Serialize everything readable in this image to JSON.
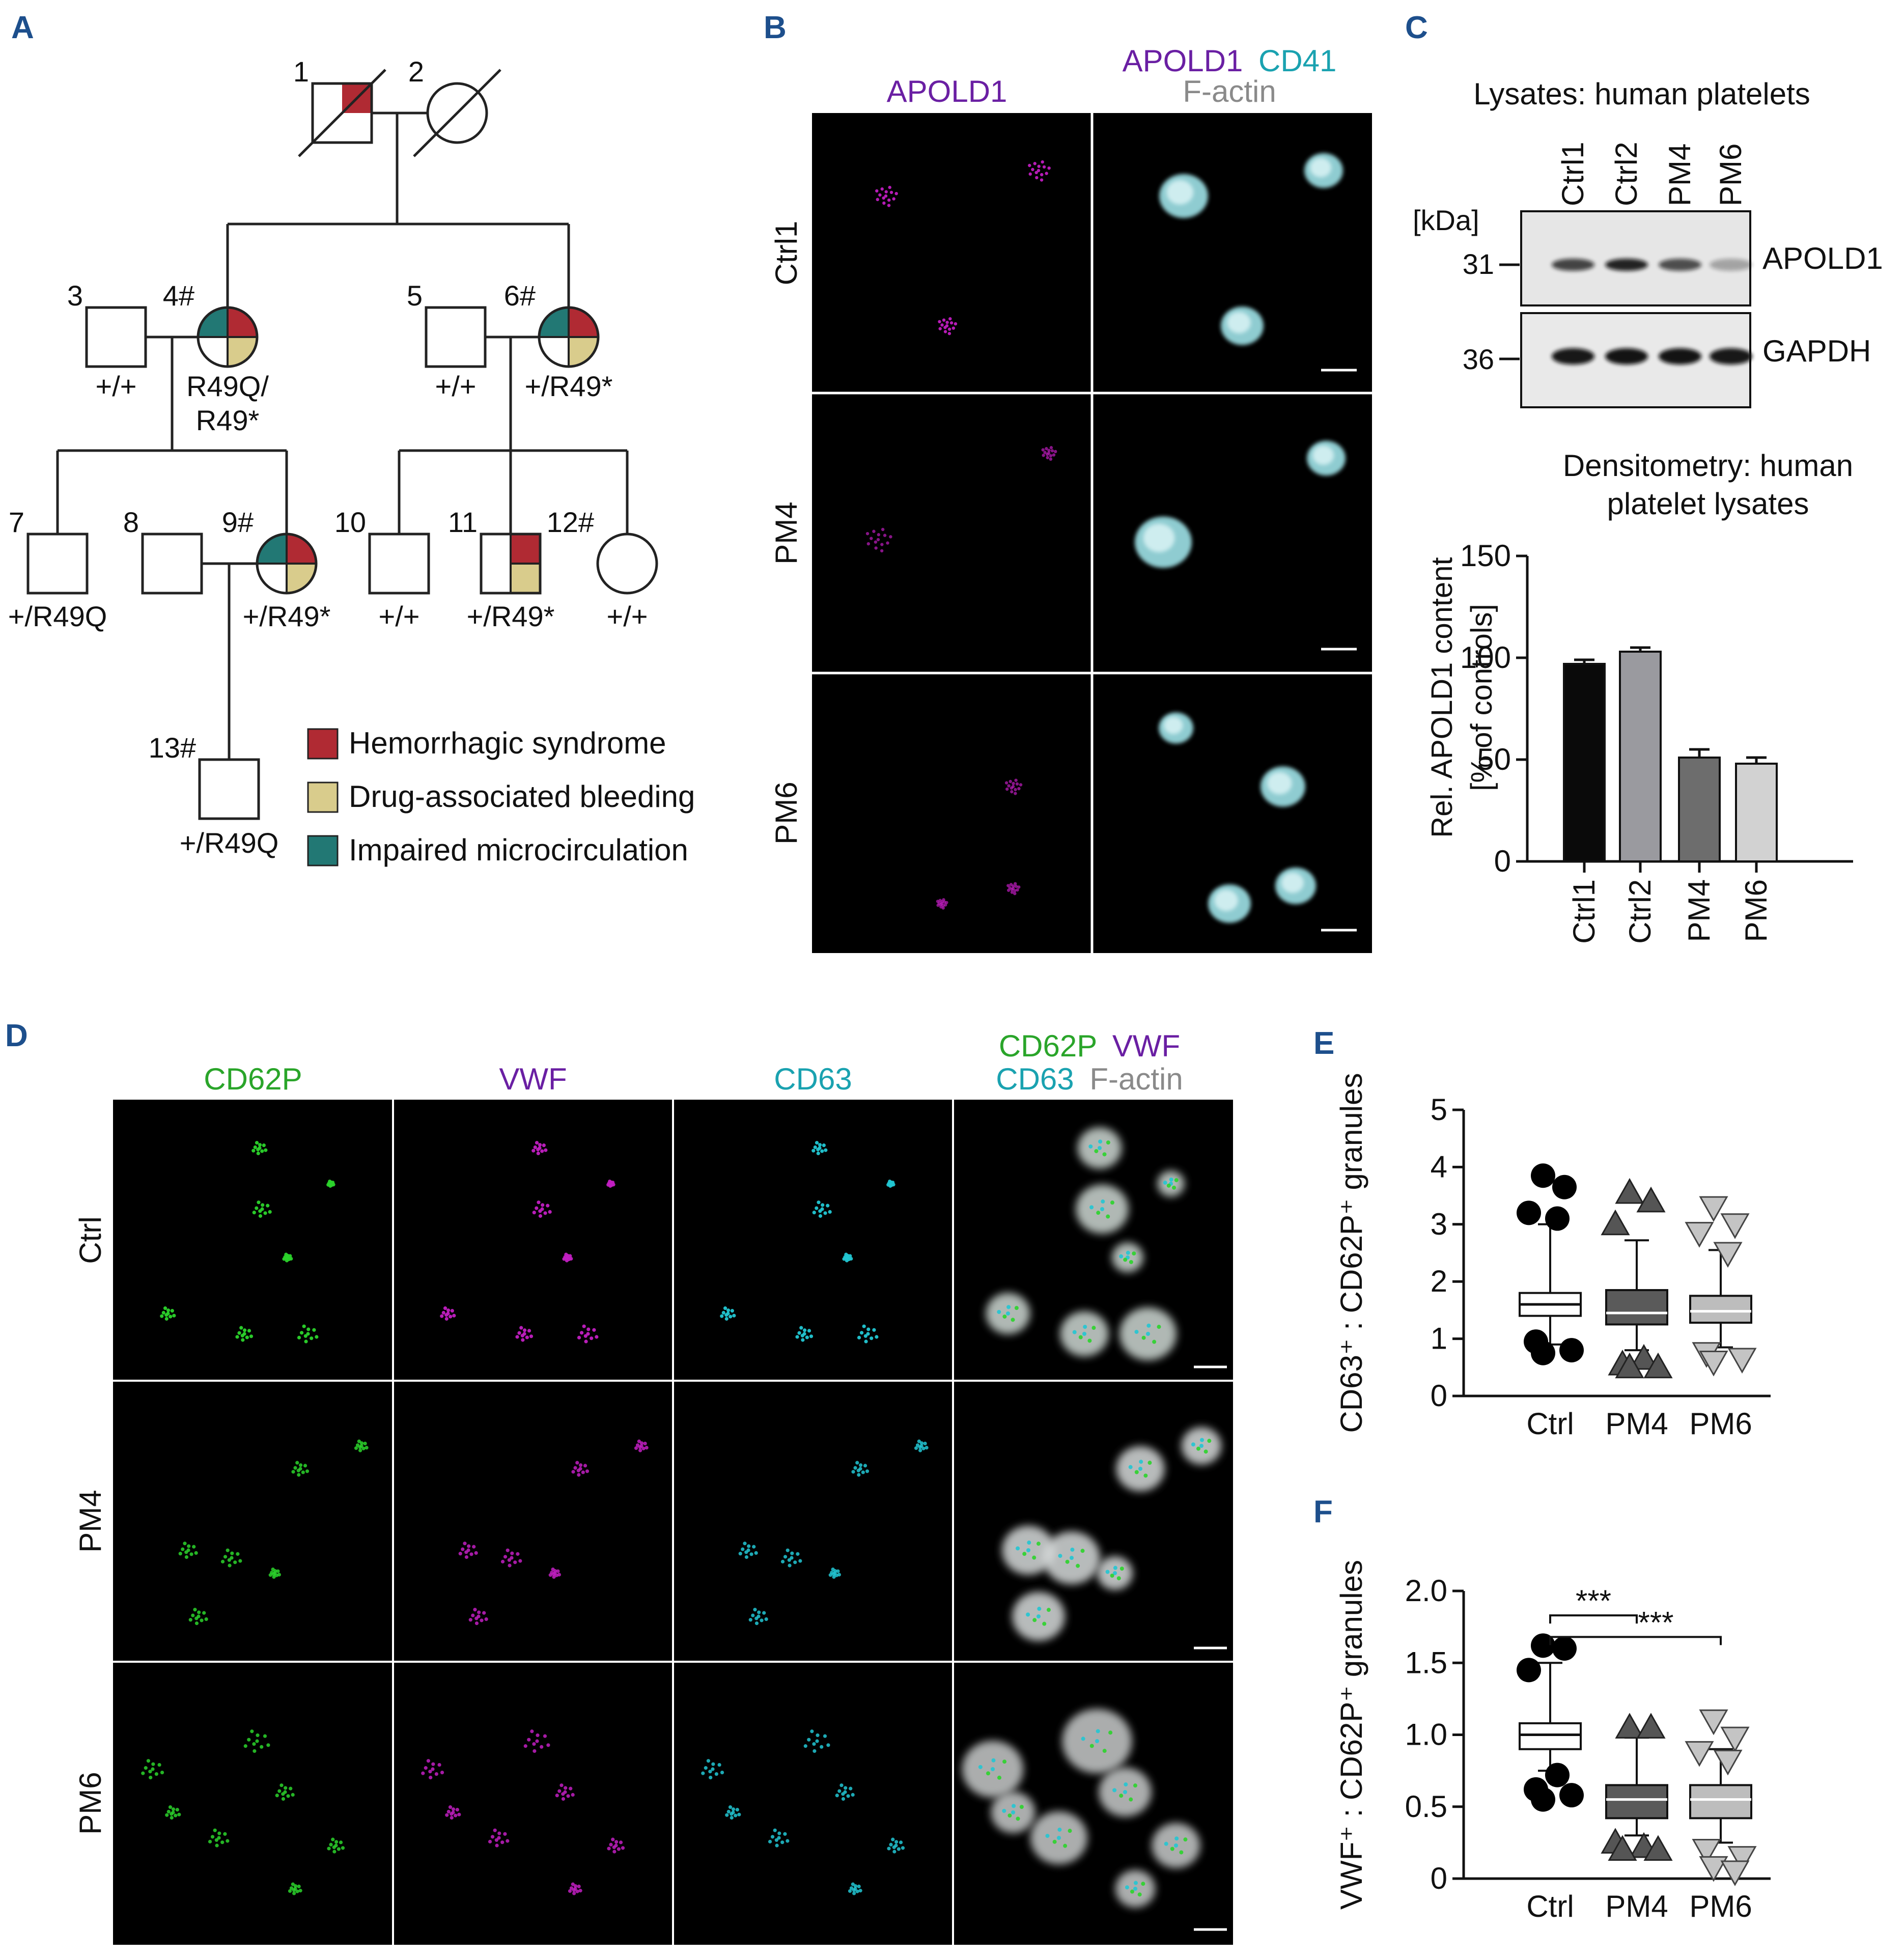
{
  "panel_labels": [
    "A",
    "B",
    "C",
    "D",
    "E",
    "F"
  ],
  "colors": {
    "hemorrhagic": "#b02a33",
    "drug_bleeding": "#d9cc8c",
    "microcirculation": "#227874",
    "purple": "#6a1fa3",
    "cyan": "#1aa2b0",
    "green": "#2aa52a",
    "grey_text": "#8a8a8a",
    "panel_label": "#1d4f8c"
  },
  "pedigree": {
    "individuals": [
      {
        "id": "1",
        "label": "1",
        "sex": "male",
        "deceased": true,
        "phenotypes": [
          "hemorrhagic"
        ],
        "genotype": ""
      },
      {
        "id": "2",
        "label": "2",
        "sex": "female",
        "deceased": true,
        "phenotypes": [],
        "genotype": ""
      },
      {
        "id": "3",
        "label": "3",
        "sex": "male",
        "deceased": false,
        "phenotypes": [],
        "genotype": "+/+"
      },
      {
        "id": "4",
        "label": "4#",
        "sex": "female",
        "deceased": false,
        "phenotypes": [
          "microcirculation",
          "hemorrhagic",
          "drug_bleeding"
        ],
        "genotype": "R49Q/ R49*"
      },
      {
        "id": "5",
        "label": "5",
        "sex": "male",
        "deceased": false,
        "phenotypes": [],
        "genotype": "+/+"
      },
      {
        "id": "6",
        "label": "6#",
        "sex": "female",
        "deceased": false,
        "phenotypes": [
          "microcirculation",
          "hemorrhagic",
          "drug_bleeding"
        ],
        "genotype": "+/R49*"
      },
      {
        "id": "7",
        "label": "7",
        "sex": "male",
        "deceased": false,
        "phenotypes": [],
        "genotype": "+/R49Q"
      },
      {
        "id": "8",
        "label": "8",
        "sex": "male",
        "deceased": false,
        "phenotypes": [],
        "genotype": ""
      },
      {
        "id": "9",
        "label": "9#",
        "sex": "female",
        "deceased": false,
        "phenotypes": [
          "microcirculation",
          "hemorrhagic",
          "drug_bleeding"
        ],
        "genotype": "+/R49*"
      },
      {
        "id": "10",
        "label": "10",
        "sex": "male",
        "deceased": false,
        "phenotypes": [],
        "genotype": "+/+"
      },
      {
        "id": "11",
        "label": "11",
        "sex": "male",
        "deceased": false,
        "phenotypes": [
          "hemorrhagic",
          "drug_bleeding"
        ],
        "genotype": "+/R49*"
      },
      {
        "id": "12",
        "label": "12#",
        "sex": "female",
        "deceased": false,
        "phenotypes": [],
        "genotype": "+/+"
      },
      {
        "id": "13",
        "label": "13#",
        "sex": "male",
        "deceased": false,
        "phenotypes": [],
        "genotype": "+/R49Q"
      }
    ],
    "legend": [
      {
        "key": "hemorrhagic",
        "label": "Hemorrhagic syndrome"
      },
      {
        "key": "drug_bleeding",
        "label": "Drug-associated bleeding"
      },
      {
        "key": "microcirculation",
        "label": "Impaired microcirculation"
      }
    ]
  },
  "panel_b": {
    "col_header_1": "APOLD1",
    "col_header_2_line1": [
      "APOLD1",
      "CD41"
    ],
    "col_header_2_line2": "F-actin",
    "rows": [
      "Ctrl1",
      "PM4",
      "PM6"
    ]
  },
  "panel_c": {
    "blot_title": "Lysates: human platelets",
    "lanes": [
      "Ctrl1",
      "Ctrl2",
      "PM4",
      "PM6"
    ],
    "kda_label": "[kDa]",
    "markers": [
      "31",
      "36"
    ],
    "bands": [
      {
        "name": "APOLD1",
        "intensities": [
          0.75,
          0.9,
          0.7,
          0.3
        ]
      },
      {
        "name": "GAPDH",
        "intensities": [
          0.95,
          0.97,
          0.97,
          0.95
        ]
      }
    ]
  },
  "panel_d": {
    "col_headers": [
      {
        "parts": [
          {
            "text": "CD62P",
            "color": "green"
          }
        ]
      },
      {
        "parts": [
          {
            "text": "VWF",
            "color": "purple"
          }
        ]
      },
      {
        "parts": [
          {
            "text": "CD63",
            "color": "cyan"
          }
        ]
      }
    ],
    "merge_header_line1": [
      "CD62P",
      "VWF"
    ],
    "merge_header_line2": [
      "CD63",
      "F-actin"
    ],
    "rows": [
      "Ctrl",
      "PM4",
      "PM6"
    ]
  },
  "chart_data": [
    {
      "panel": "C",
      "type": "bar",
      "title": "Densitometry: human platelet lysates",
      "categories": [
        "Ctrl1",
        "Ctrl2",
        "PM4",
        "PM6"
      ],
      "values": [
        97,
        103,
        51,
        48
      ],
      "errors": [
        2,
        2,
        4,
        3
      ],
      "bar_colors": [
        "#0a0a0a",
        "#9a9a9f",
        "#6d6d6d",
        "#d2d2d2"
      ],
      "ylabel": "Rel. APOLD1 content [% of controls]",
      "ylim": [
        0,
        150
      ],
      "yticks": [
        0,
        50,
        100,
        150
      ]
    },
    {
      "panel": "E",
      "type": "box",
      "categories": [
        "Ctrl",
        "PM4",
        "PM6"
      ],
      "ylabel": "CD63⁺ : CD62P⁺ granules",
      "ylim": [
        0,
        5
      ],
      "yticks": [
        0,
        1,
        2,
        3,
        4,
        5
      ],
      "boxes": [
        {
          "whisker_low": 0.9,
          "q1": 1.4,
          "median": 1.6,
          "q3": 1.8,
          "whisker_high": 3.0,
          "outliers": [
            3.85,
            3.65,
            3.2,
            3.1,
            0.95,
            0.8,
            0.75
          ],
          "marker": "circle",
          "fill": "#ffffff"
        },
        {
          "whisker_low": 0.8,
          "q1": 1.25,
          "median": 1.45,
          "q3": 1.85,
          "whisker_high": 2.72,
          "outliers": [
            3.55,
            3.4,
            3.0,
            0.65,
            0.55,
            0.5,
            0.5
          ],
          "marker": "triangle-up",
          "fill": "#5a5a5a"
        },
        {
          "whisker_low": 0.85,
          "q1": 1.28,
          "median": 1.48,
          "q3": 1.75,
          "whisker_high": 2.55,
          "outliers": [
            3.3,
            3.0,
            2.85,
            2.5,
            0.75,
            0.65,
            0.6
          ],
          "marker": "triangle-down",
          "fill": "#bdbdbd"
        }
      ]
    },
    {
      "panel": "F",
      "type": "box",
      "categories": [
        "Ctrl",
        "PM4",
        "PM6"
      ],
      "ylabel": "VWF⁺ : CD62P⁺ granules",
      "ylim": [
        0,
        2.0
      ],
      "yticks": [
        "0",
        "0.5",
        "1.0",
        "1.5",
        "2.0"
      ],
      "significance": [
        {
          "from": "Ctrl",
          "to": "PM4",
          "label": "***"
        },
        {
          "from": "Ctrl",
          "to": "PM6",
          "label": "***"
        }
      ],
      "boxes": [
        {
          "whisker_low": 0.75,
          "q1": 0.9,
          "median": 1.0,
          "q3": 1.08,
          "whisker_high": 1.5,
          "outliers": [
            1.62,
            1.6,
            1.45,
            0.72,
            0.62,
            0.58,
            0.55
          ],
          "marker": "circle",
          "fill": "#ffffff"
        },
        {
          "whisker_low": 0.3,
          "q1": 0.42,
          "median": 0.55,
          "q3": 0.65,
          "whisker_high": 0.98,
          "outliers": [
            1.05,
            1.05,
            0.25,
            0.22,
            0.2,
            0.2
          ],
          "marker": "triangle-up",
          "fill": "#5a5a5a"
        },
        {
          "whisker_low": 0.25,
          "q1": 0.42,
          "median": 0.55,
          "q3": 0.65,
          "whisker_high": 0.9,
          "outliers": [
            1.1,
            0.98,
            0.88,
            0.82,
            0.2,
            0.15,
            0.08,
            0.05
          ],
          "marker": "triangle-down",
          "fill": "#bdbdbd"
        }
      ]
    }
  ]
}
